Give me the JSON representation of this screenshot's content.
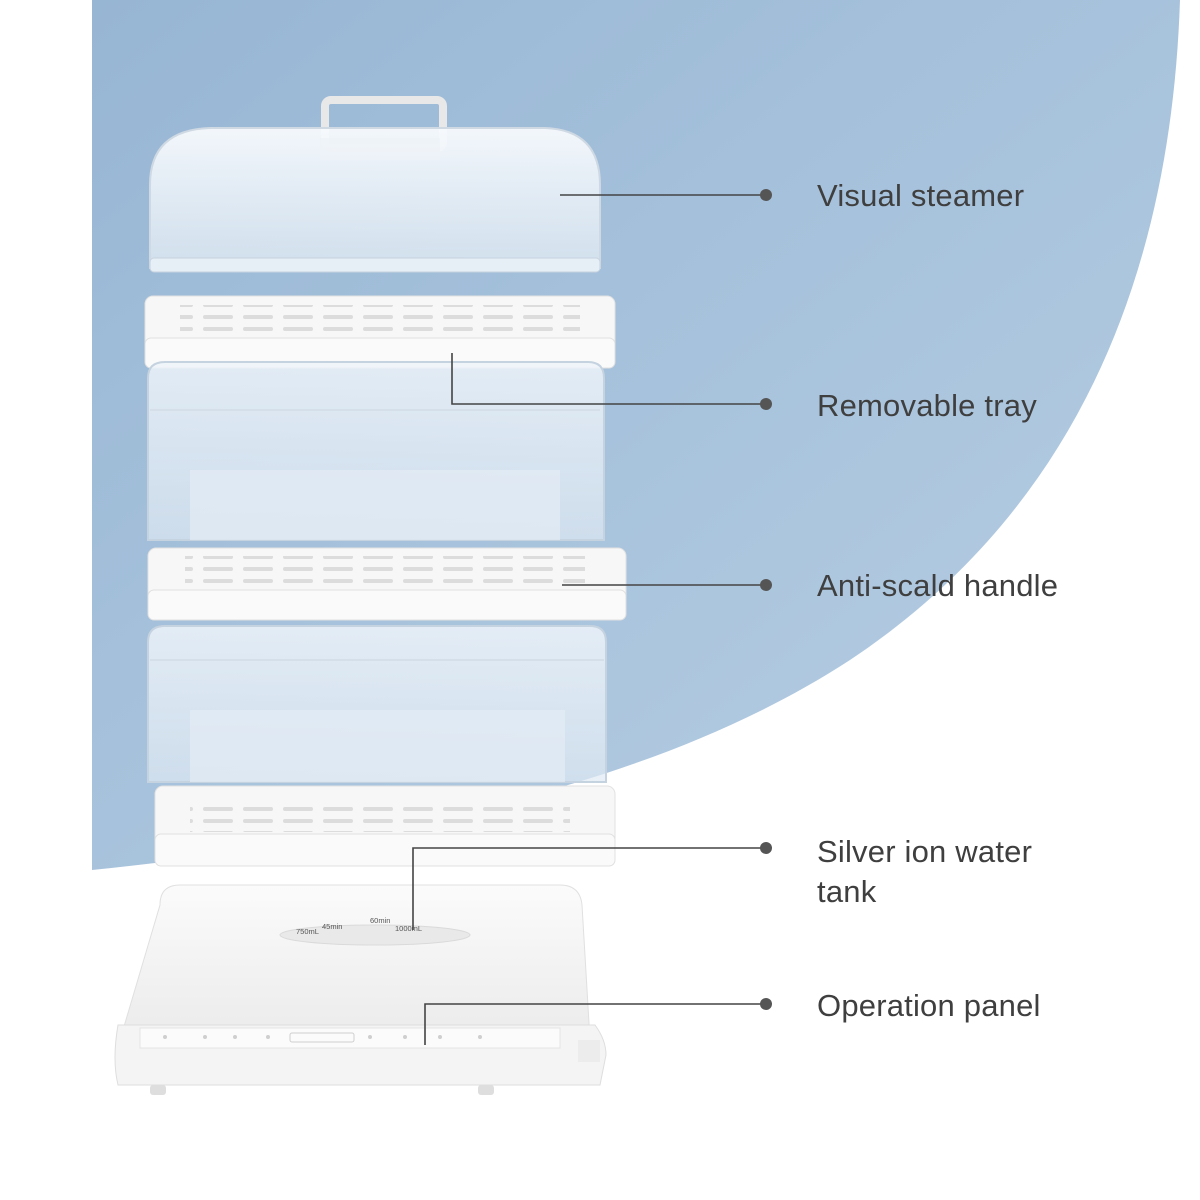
{
  "labels": [
    {
      "text": "Visual steamer"
    },
    {
      "text": "Removable tray"
    },
    {
      "text": "Anti-scald handle"
    },
    {
      "text": "Silver ion water\ntank"
    },
    {
      "text": "Operation panel"
    }
  ],
  "tank_marks": {
    "left": "750mL",
    "left_time": "45min",
    "right_time": "60min",
    "right": "1000mL"
  },
  "colors": {
    "background": "#ffffff",
    "blue_start": "#9ab9d6",
    "blue_end": "#b5cce2",
    "label_text": "#3f3f3f",
    "leader_line": "#444444"
  }
}
